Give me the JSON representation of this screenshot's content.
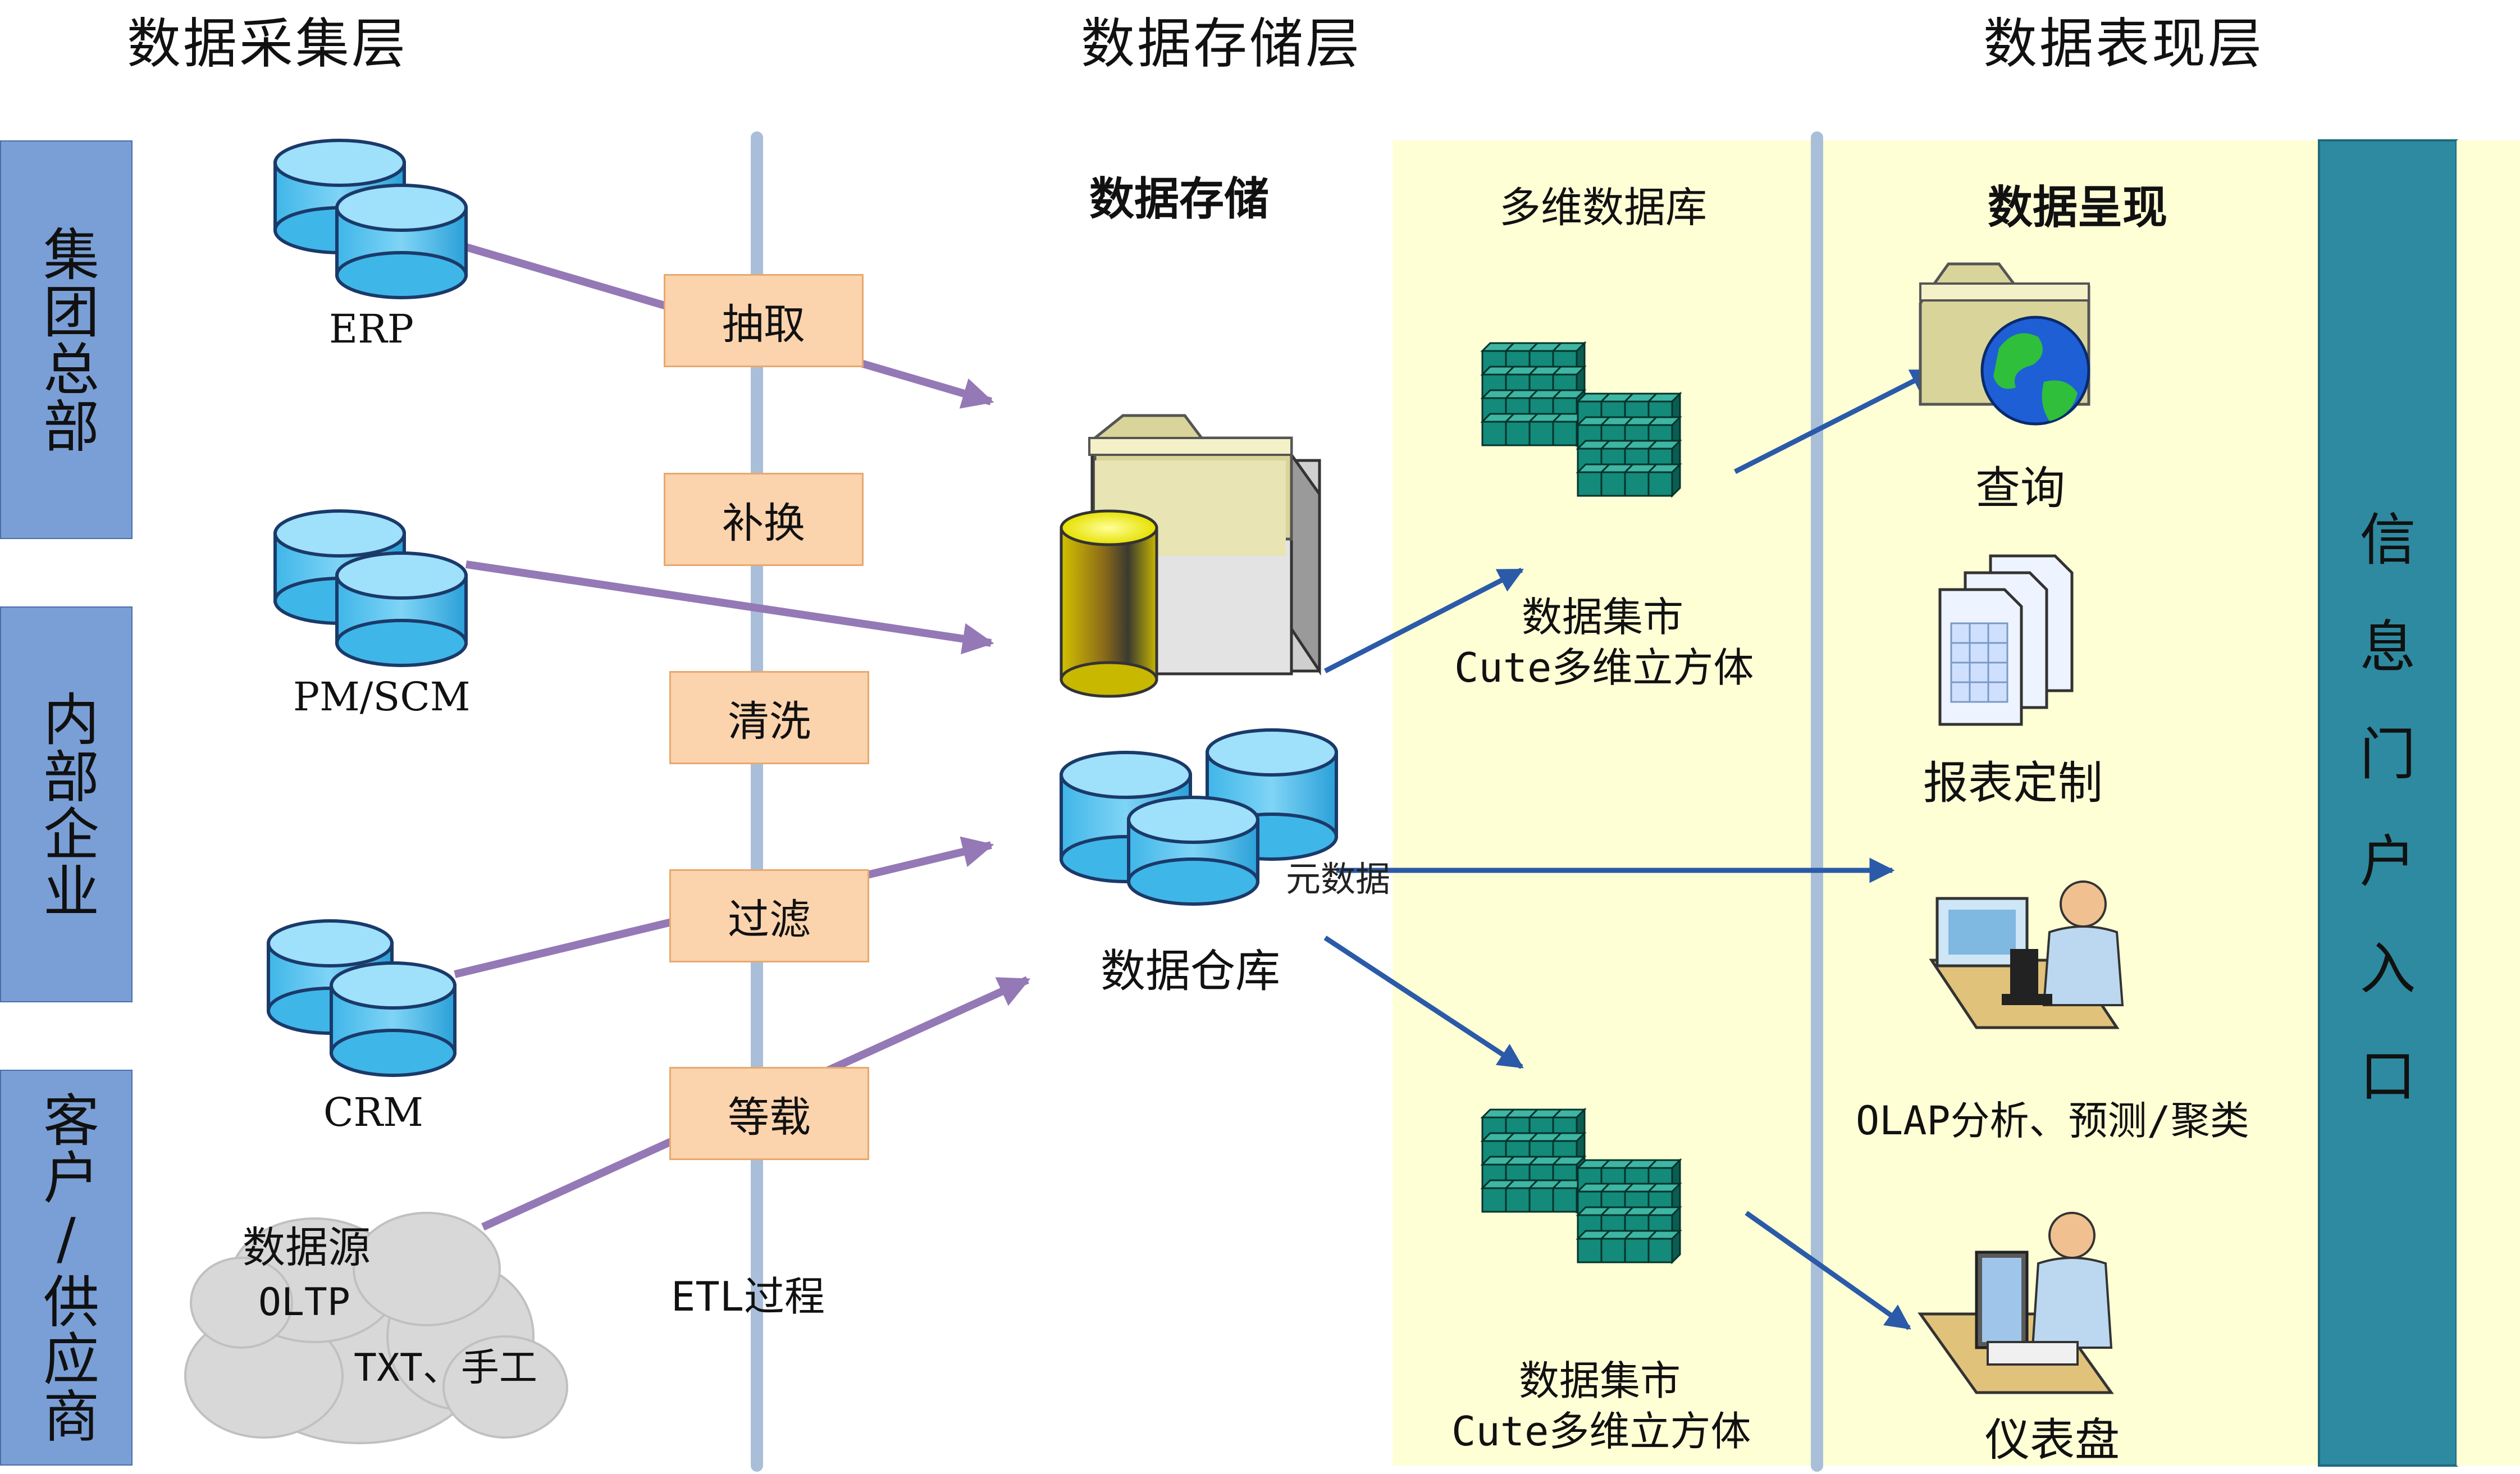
{
  "layers": {
    "collect": "数据采集层",
    "storage": "数据存储层",
    "present": "数据表现层"
  },
  "side_labels": [
    "集团总部",
    "内部企业",
    "客户/供应商"
  ],
  "sources": {
    "erp": "ERP",
    "pmscm": "PM/SCM",
    "crm": "CRM",
    "datasource": "数据源",
    "oltp": "OLTP",
    "txt": "TXT、手工"
  },
  "etl": {
    "steps": [
      "抽取",
      "补换",
      "清洗",
      "过滤",
      "等载"
    ],
    "label": "ETL过程"
  },
  "storage": {
    "title": "数据存储",
    "warehouse": "数据仓库",
    "metadata": "元数据"
  },
  "olap": {
    "title": "多维数据库",
    "mart1_line1": "数据集市",
    "mart1_line2": "Cute多维立方体",
    "mart2_line1": "数据集市",
    "mart2_line2": "Cute多维立方体"
  },
  "presentation": {
    "title": "数据呈现",
    "query": "查询",
    "report": "报表定制",
    "olap": "OLAP分析、预测/聚类",
    "dashboard": "仪表盘"
  },
  "portal": "信息门户入口",
  "colors": {
    "side_blue": "#7a9fd6",
    "etl_orange": "#fbd3ad",
    "arrow_purple": "#9479b6",
    "arrow_blue": "#2a5aa8",
    "panel_yellow": "#ffffd6",
    "portal_teal": "#2e8aa0",
    "cube_teal": "#138a7a"
  },
  "icons": [
    "database-icon",
    "cube-icon",
    "folder-globe-icon",
    "report-icon",
    "analyst-icon",
    "dashboard-icon",
    "cloud-icon"
  ]
}
